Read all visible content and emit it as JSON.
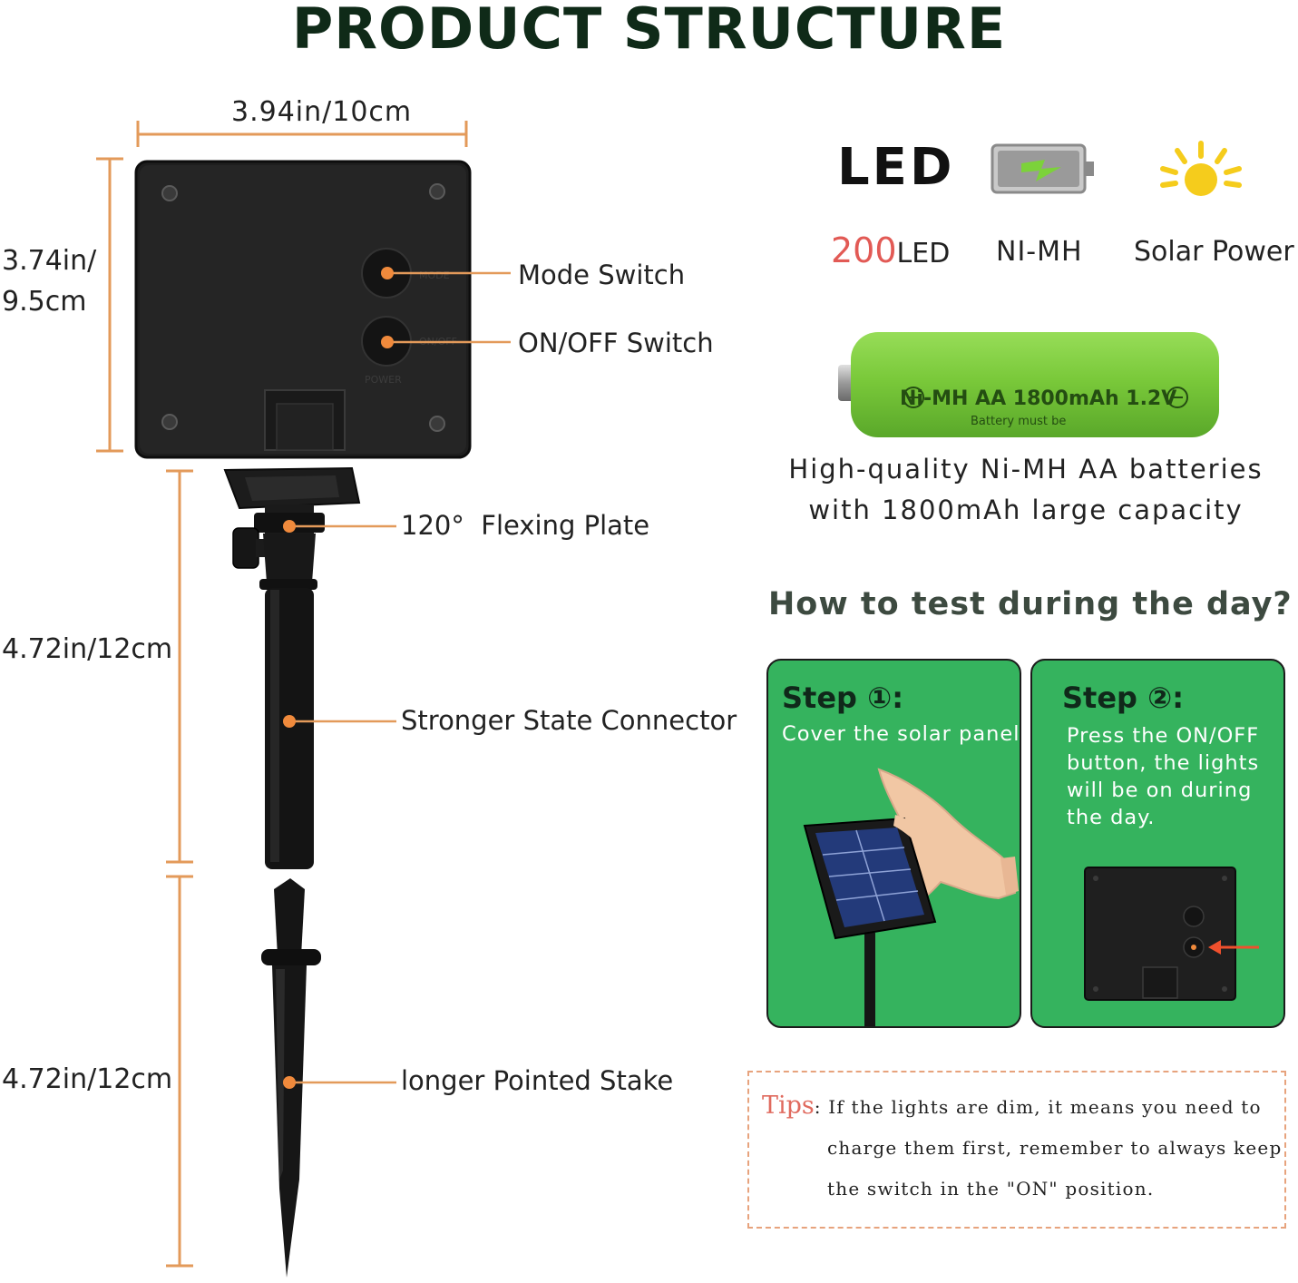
{
  "title": "PRODUCT STRUCTURE",
  "dimensions": {
    "width": "3.94in/10cm",
    "height_line1": "3.74in/",
    "height_line2": "9.5cm",
    "connector": "4.72in/12cm",
    "stake": "4.72in/12cm"
  },
  "callouts": {
    "mode_switch": "Mode Switch",
    "on_off_switch": "ON/OFF Switch",
    "flexing_plate": "120°  Flexing Plate",
    "connector": "Stronger State Connector",
    "stake": "longer Pointed Stake"
  },
  "panel_switch_label": "POWER",
  "features": {
    "led_word": "LED",
    "led_count": "200",
    "led_unit": "LED",
    "battery_type": "NI-MH",
    "power_source": "Solar Power"
  },
  "battery_print": {
    "main": "Ni-MH  AA 1800mAh 1.2V",
    "small": "Battery must be"
  },
  "battery_description": {
    "line1": "High-quality Ni-MH AA batteries",
    "line2": "with 1800mAh large capacity"
  },
  "how_to": {
    "title": "How to test during the day?",
    "step1": {
      "title": "Step ①:",
      "text": "Cover the solar panel"
    },
    "step2": {
      "title": "Step ②:",
      "line1": "Press the ON/OFF",
      "line2": "button, the lights",
      "line3": "will be on during",
      "line4": "the day."
    }
  },
  "tips": {
    "label": "Tips",
    "line1": ": If the lights are dim, it means you need to",
    "line2": "charge them first, remember to always keep",
    "line3": "the switch in the \"ON\" position."
  },
  "colors": {
    "dimension_line": "#e39a5a",
    "callout_dot": "#f08a3c",
    "step_green": "#35b35e",
    "highlight_red": "#e25a55",
    "title_green": "#0f2a18"
  },
  "icons": {
    "battery": "battery-charging-icon",
    "sun": "sun-icon"
  }
}
